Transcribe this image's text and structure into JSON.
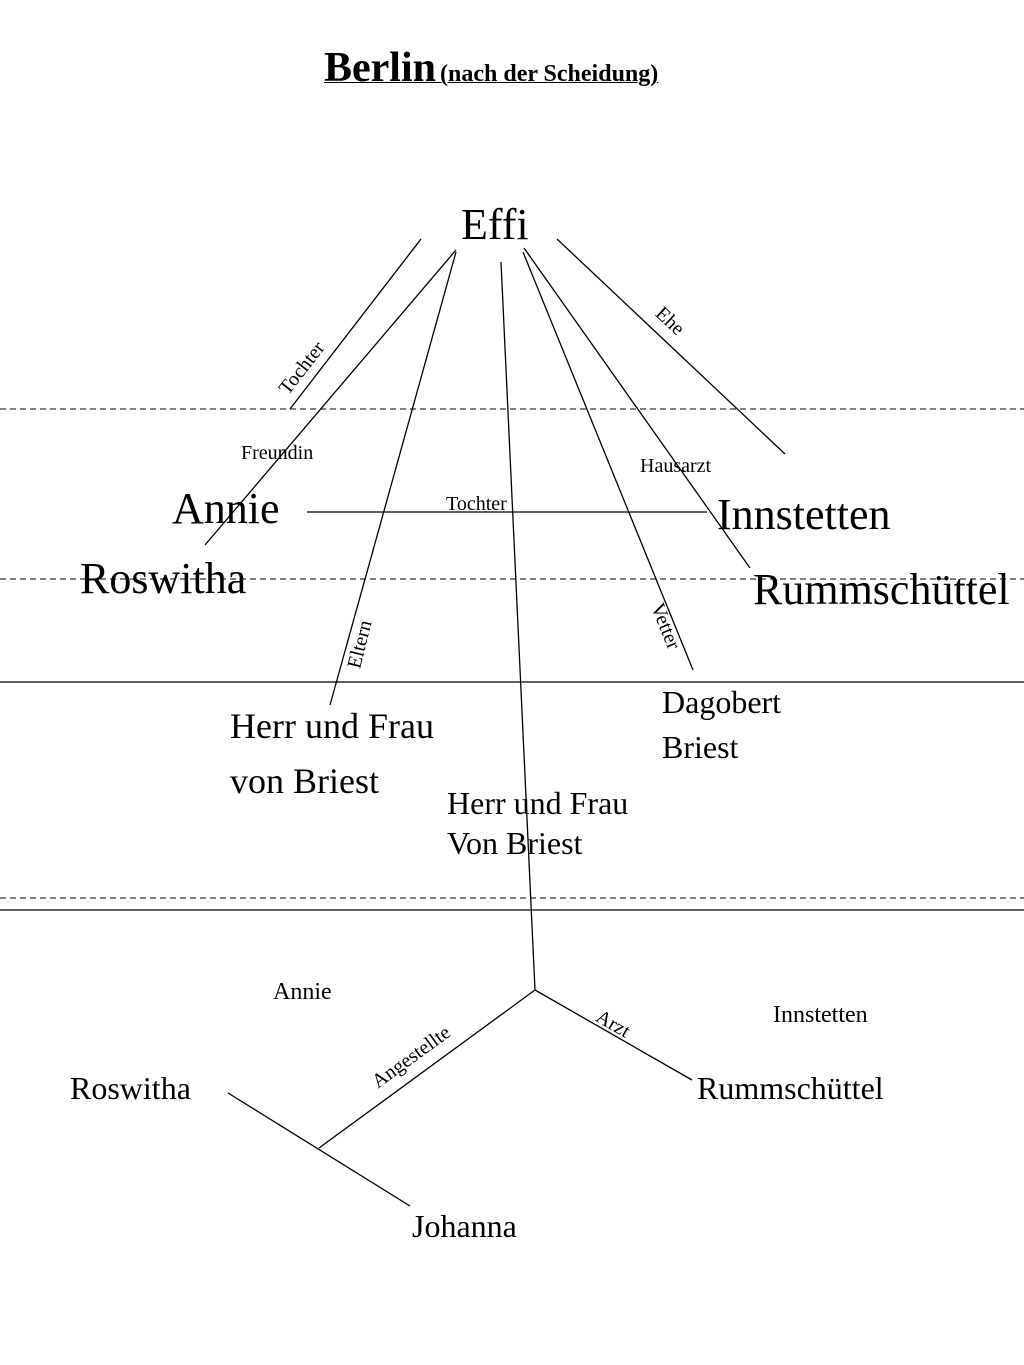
{
  "title": {
    "main": "Berlin",
    "sub": "(nach der Scheidung)"
  },
  "nodes": {
    "effi": "Effi",
    "annie": "Annie",
    "roswitha": "Roswitha",
    "innstetten": "Innstetten",
    "rummschuettel": "Rummschüttel",
    "eltern_line1": "Herr und Frau",
    "eltern_line2": "von Briest",
    "dagobert_line1": "Dagobert",
    "dagobert_line2": "Briest",
    "briest_small_line1": "Herr und Frau",
    "briest_small_line2": "Von Briest",
    "annie_lower": "Annie",
    "innstetten_lower": "Innstetten",
    "roswitha_lower": "Roswitha",
    "rummschuettel_lower": "Rummschüttel",
    "johanna": "Johanna"
  },
  "edge_labels": {
    "tochter_diag": "Tochter",
    "ehe": "Ehe",
    "freundin": "Freundin",
    "hausarzt": "Hausarzt",
    "tochter_horiz": "Tochter",
    "eltern": "Eltern",
    "vetter": "Vetter",
    "angestellte": "Angestellte",
    "arzt": "Arzt"
  }
}
